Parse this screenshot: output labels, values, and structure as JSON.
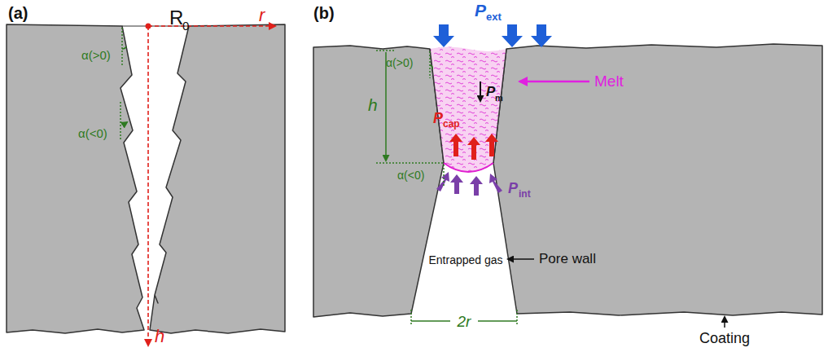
{
  "diagram": {
    "labels": [
      "(a)",
      "R",
      "0",
      "r",
      "h",
      "α(>0)",
      "α(<0)",
      "(b)",
      "P",
      "ext",
      "P",
      "m",
      "P",
      "cap",
      "P",
      "int",
      "Melt",
      "h",
      "α(>0)",
      "α(<0)",
      "Entrapped gas",
      "Pore wall",
      "Coating",
      "2r"
    ]
  }
}
